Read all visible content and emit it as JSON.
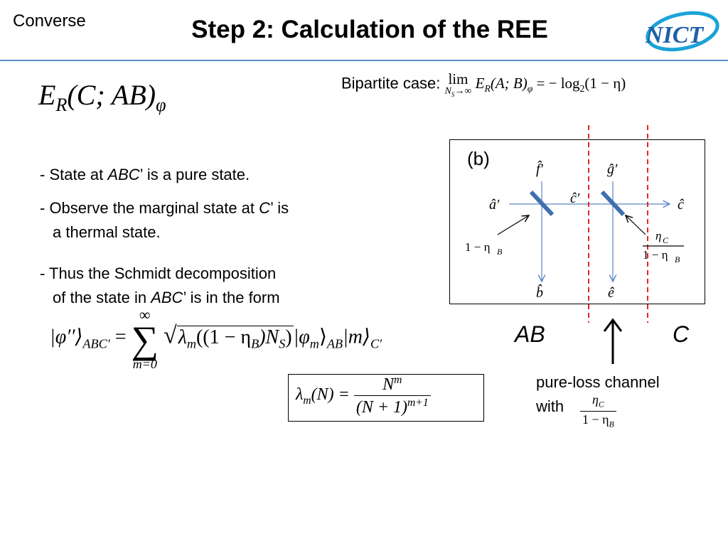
{
  "header": {
    "tag": "Converse",
    "title": "Step 2: Calculation of the REE",
    "logo_text": "NICT"
  },
  "bipartite": {
    "label": "Bipartite case:",
    "lim": "lim",
    "lim_sub": "N",
    "lim_sub_s": "S",
    "lim_arrow": "→∞",
    "lhs": "E",
    "lhs_sub": "R",
    "args": "(A; B)",
    "phi": "φ",
    "rhs": "= − log",
    "two": "2",
    "rhs_end": "(1 − η)"
  },
  "ree": {
    "e": "E",
    "r": "R",
    "args": "(C; AB)",
    "phi": "φ"
  },
  "bullets": {
    "b1_pre": "- State at ",
    "b1_it": "ABC",
    "b1_post": "’ is a pure state.",
    "b2_pre": "- Observe the marginal state at ",
    "b2_it": "C",
    "b2_post": "’ is",
    "b2_line2": "a thermal state.",
    "b3_line1": "- Thus the Schmidt decomposition",
    "b3_pre": "of the state in ",
    "b3_it": "ABC",
    "b3_post": "’ is in the form"
  },
  "schmidt": {
    "ket": "|φ′′⟩",
    "ket_sub": "ABC′",
    "eq": "=",
    "sum_hi": "∞",
    "sum_sym": "∑",
    "sum_lo": "m=0",
    "lam": "λ",
    "lam_sub": "m",
    "lam_arg": "((1 − η",
    "eta_b": "B",
    "lam_arg2": ")N",
    "ns": "S",
    "lam_arg3": ")",
    "vphi": "|φ",
    "vphi_sub": "m",
    "ab_ket": "⟩",
    "ab_sub": "AB",
    "m_ket": "|m⟩",
    "cprime_sub": "C′"
  },
  "lambda_def": {
    "lhs": "λ",
    "lhs_sub": "m",
    "lhs_arg": "(N) =",
    "num": "N",
    "num_sup": "m",
    "den": "(N + 1)",
    "den_sup": "m+1"
  },
  "diagram": {
    "label": "(b)",
    "a_prime": "â′",
    "c_prime": "ĉ′",
    "c_out": "ĉ",
    "f_prime": "f̂′",
    "g_prime": "ĝ′",
    "b_out": "b̂",
    "e_out": "ê",
    "left_coef": "1 − η",
    "left_coef_sub": "B",
    "right_num": "η",
    "right_num_sub": "C",
    "right_den": "1 − η",
    "right_den_sub": "B"
  },
  "labels": {
    "ab": "AB",
    "c": "C",
    "channel_line1": "pure-loss channel",
    "channel_line2": "with",
    "frac_num": "η",
    "frac_num_sub": "C",
    "frac_den": "1 − η",
    "frac_den_sub": "B"
  },
  "colors": {
    "rule": "#5b8fc9",
    "beam": "#5b86c4",
    "splitter": "#3f6fb0",
    "dashed": "#e0252a",
    "logo_blue": "#1f5fa8",
    "logo_cyan": "#1aa3d8"
  }
}
